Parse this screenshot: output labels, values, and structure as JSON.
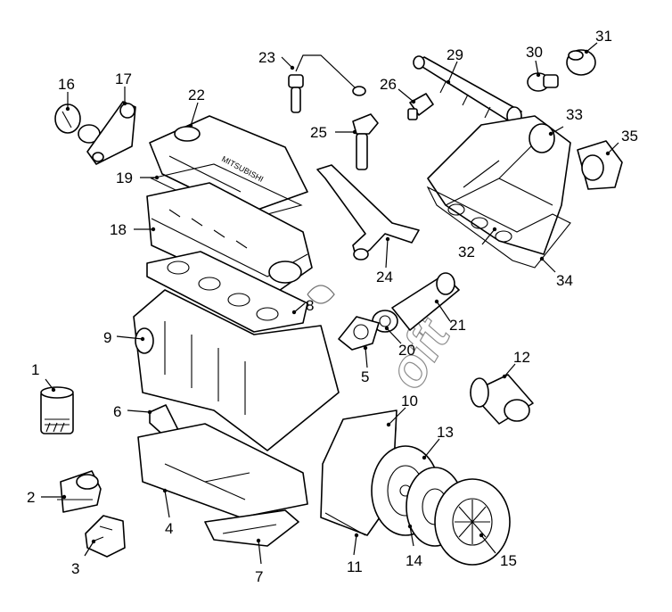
{
  "diagram": {
    "valve_cover_brand": "MITSUBISHI",
    "watermark": "oft",
    "callouts": [
      "1",
      "2",
      "3",
      "4",
      "5",
      "6",
      "7",
      "8",
      "9",
      "10",
      "11",
      "12",
      "13",
      "14",
      "15",
      "16",
      "17",
      "18",
      "19",
      "20",
      "21",
      "22",
      "23",
      "24",
      "25",
      "26",
      "29",
      "30",
      "31",
      "32",
      "33",
      "34",
      "35"
    ]
  }
}
